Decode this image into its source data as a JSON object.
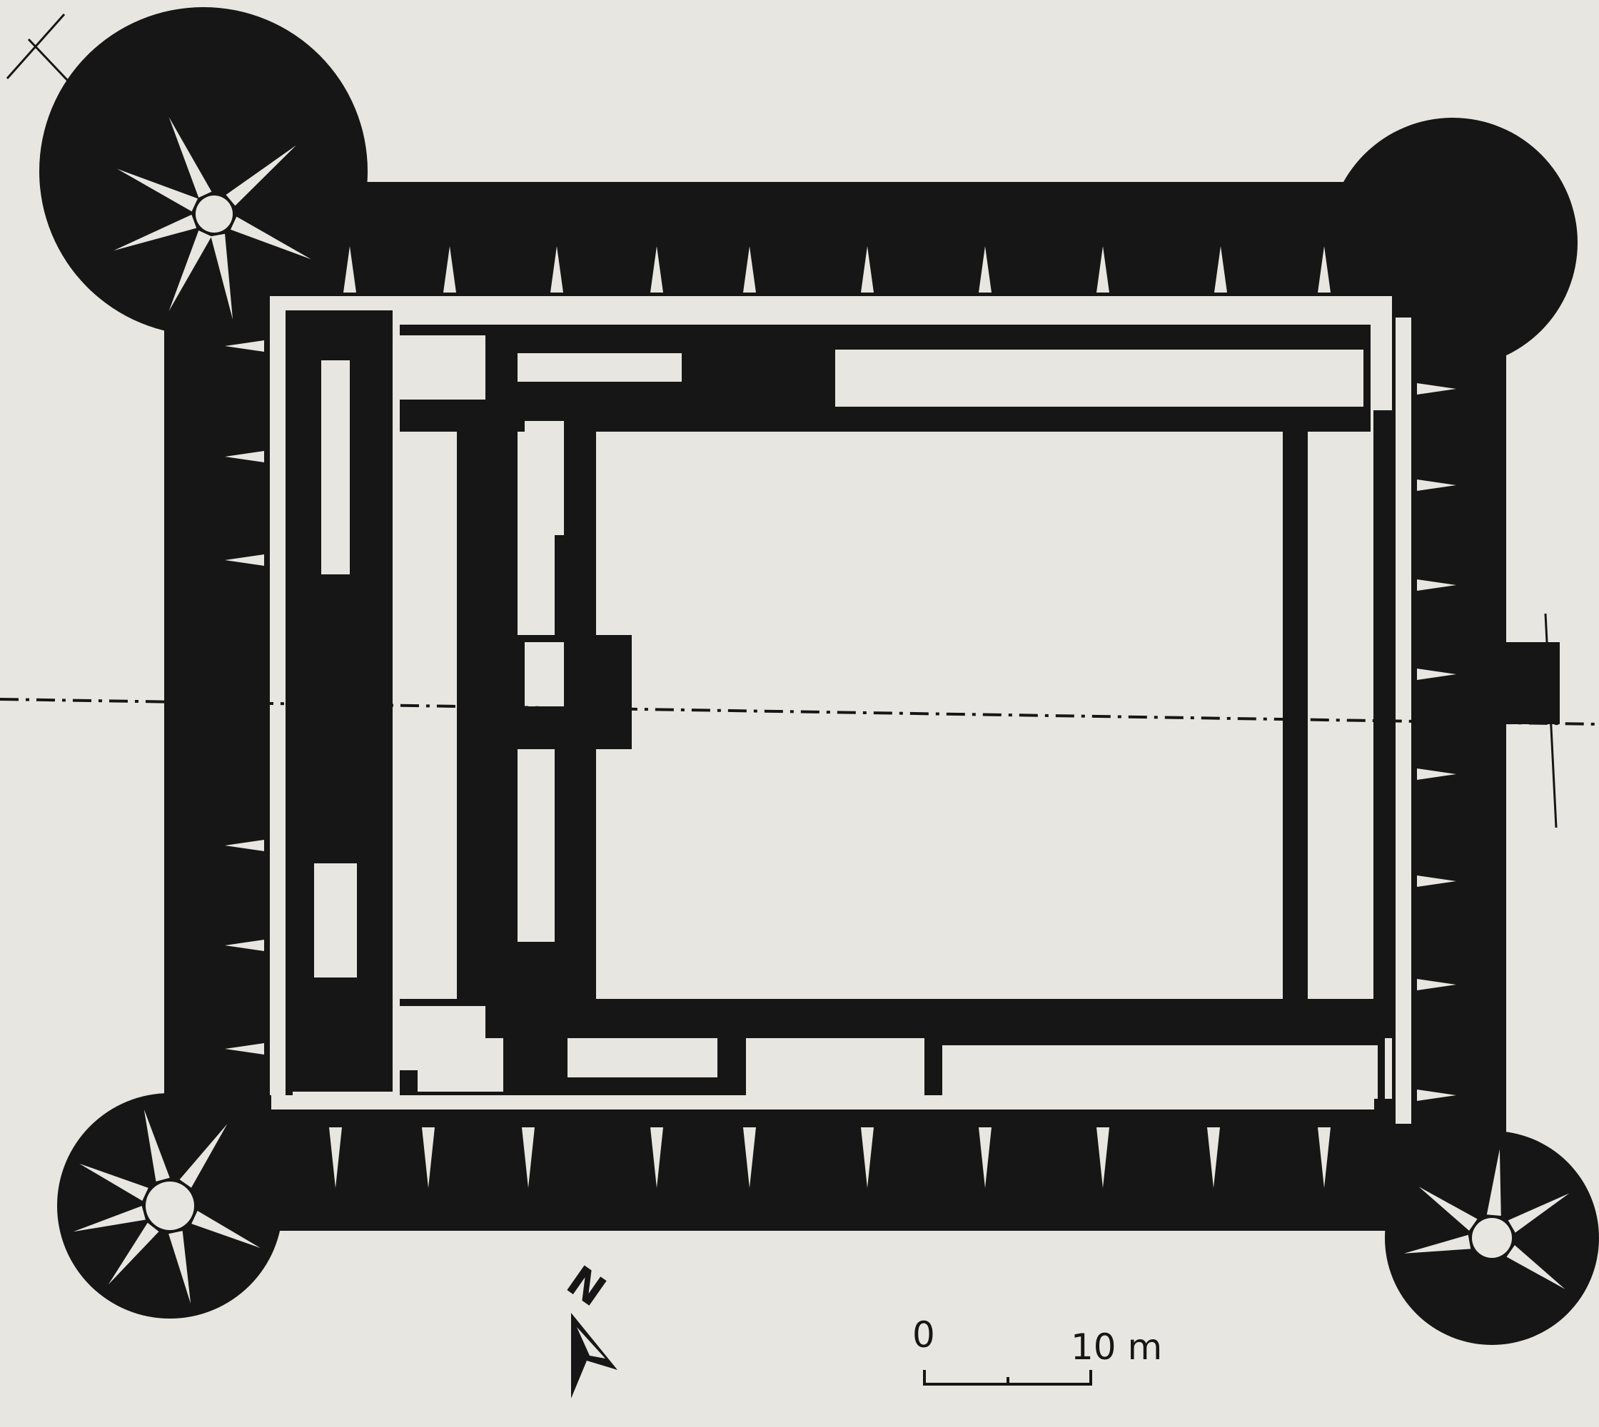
{
  "diagram": {
    "north_label": "N",
    "scale": {
      "start_label": "0",
      "end_label": "10 m"
    },
    "colors": {
      "ink": "#161616",
      "paper": "#e8e6e0"
    }
  }
}
